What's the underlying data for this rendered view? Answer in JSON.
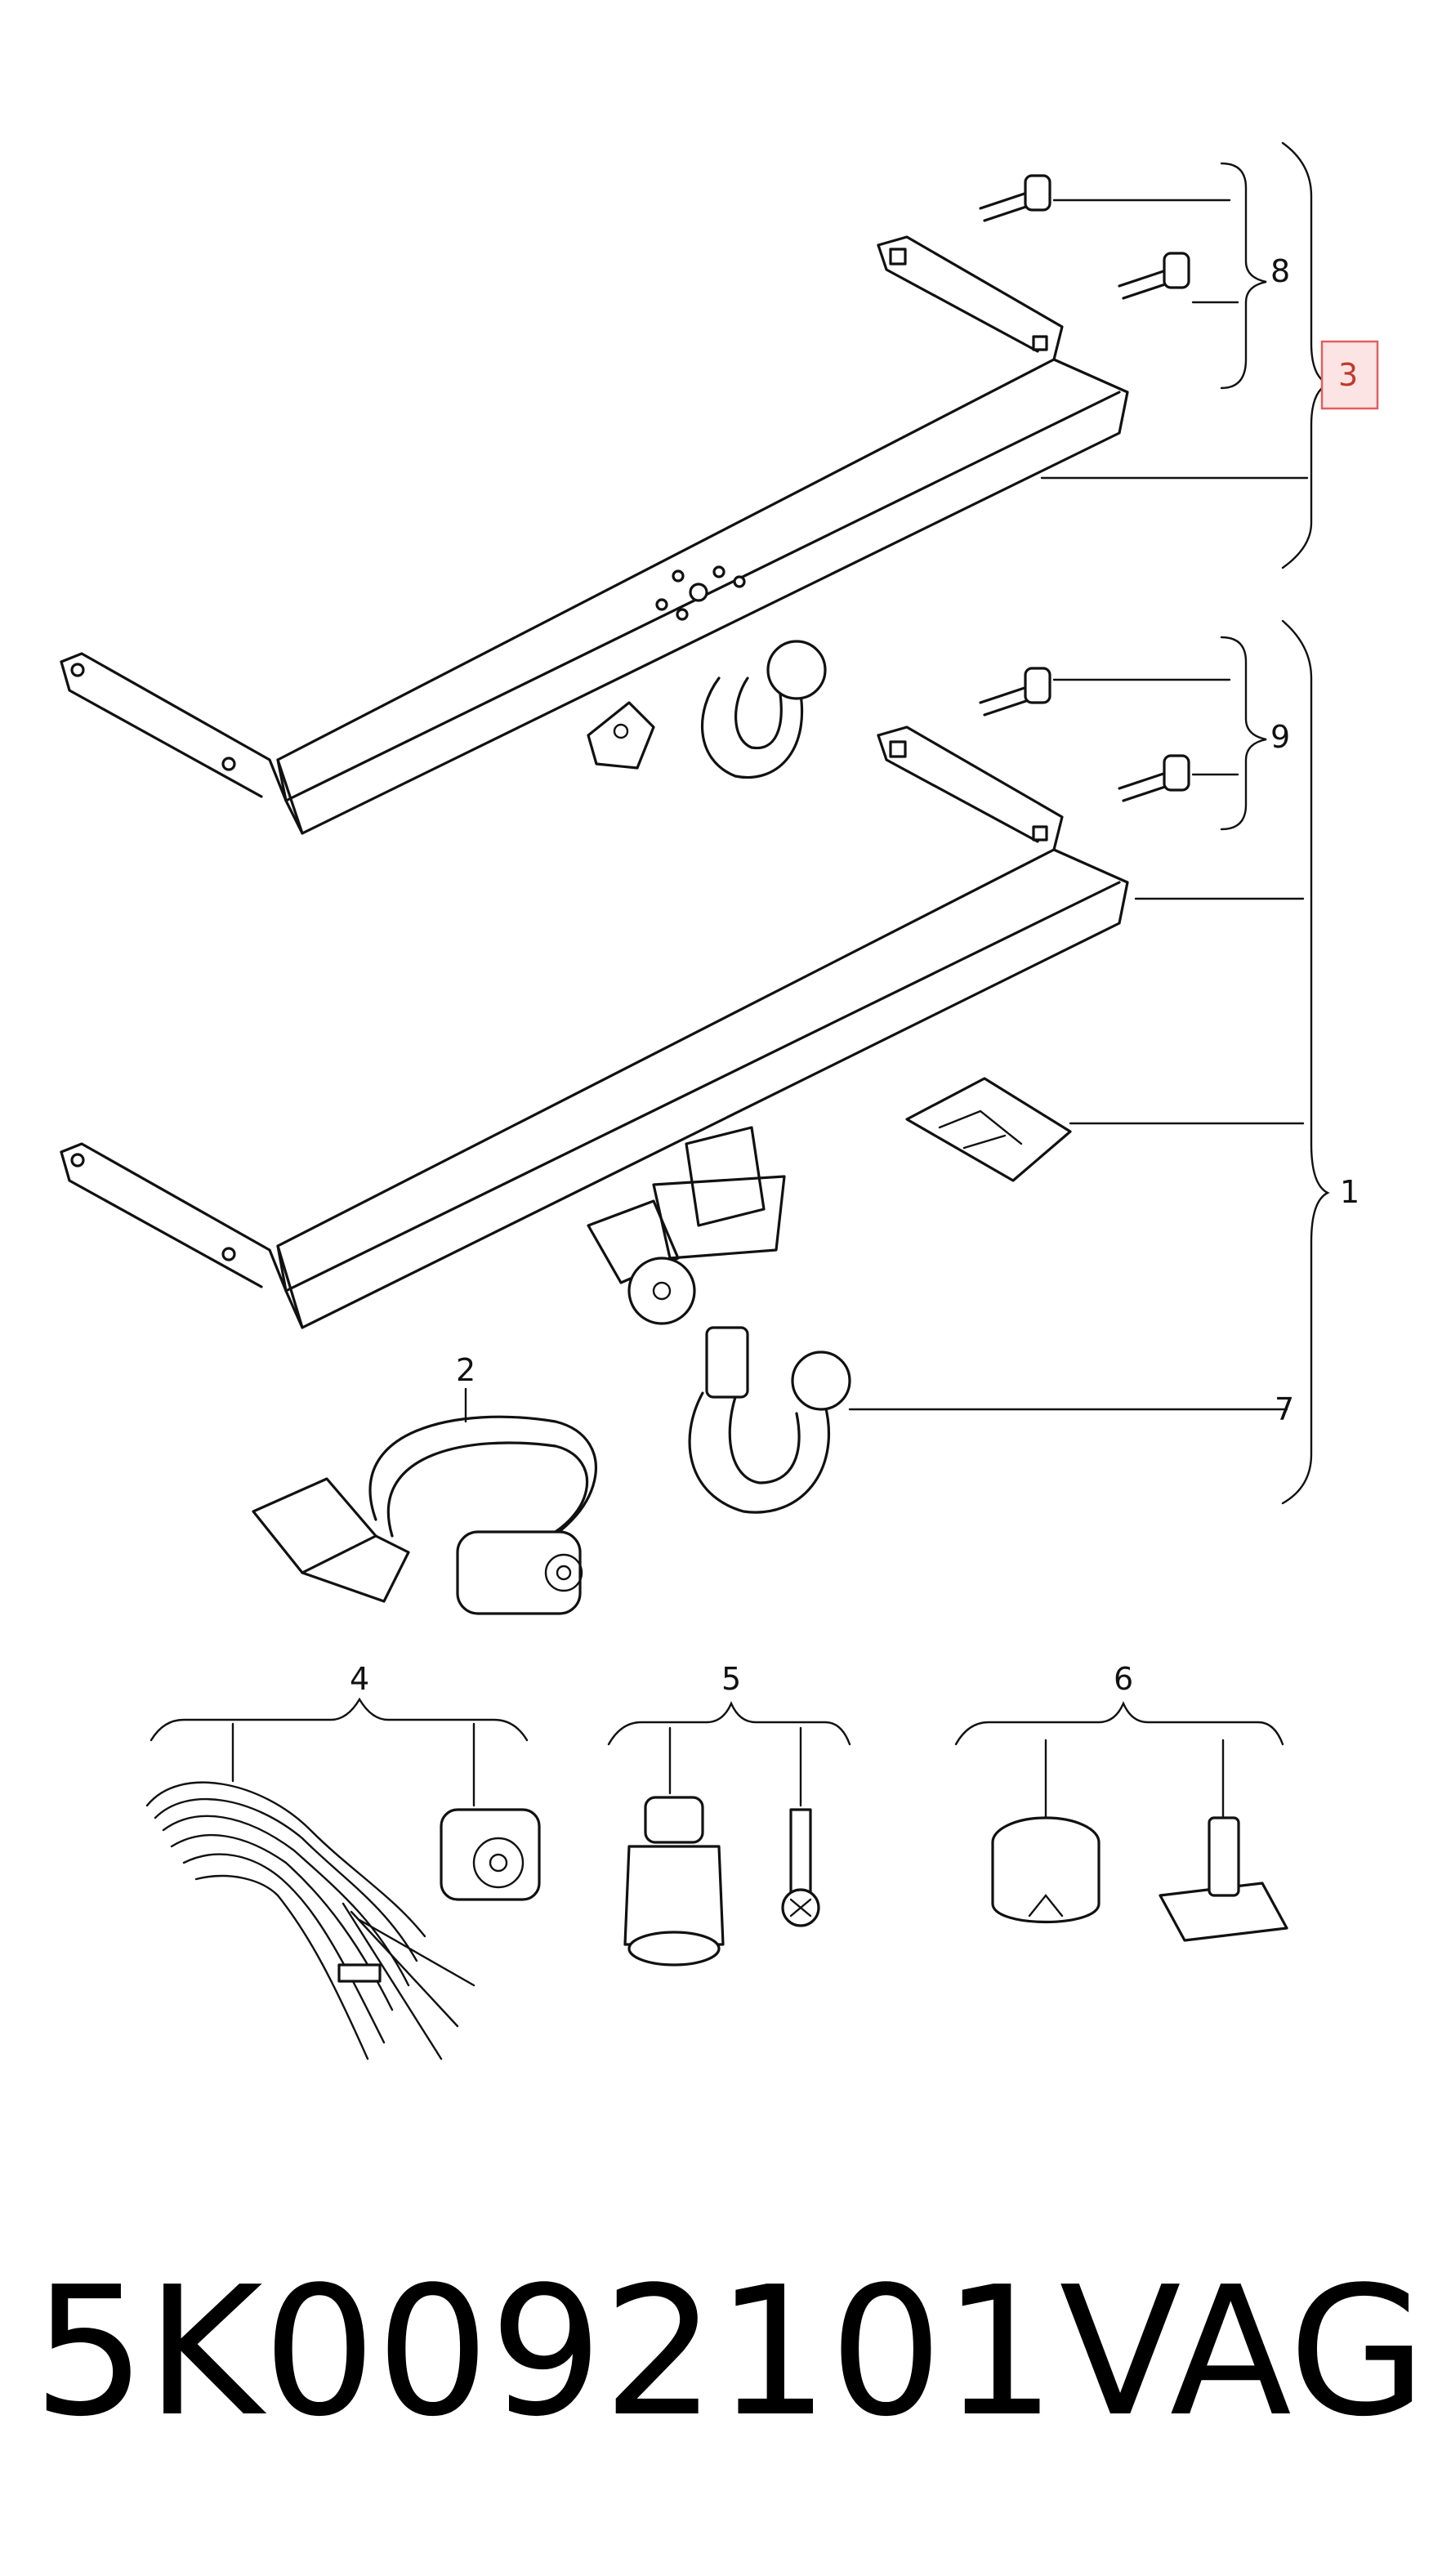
{
  "callouts": {
    "c1": "1",
    "c2": "2",
    "c3": "3",
    "c4": "4",
    "c5": "5",
    "c6": "6",
    "c7": "7",
    "c8": "8",
    "c9": "9"
  },
  "footer": {
    "part_number": "5K0092101",
    "brand": "VAG"
  },
  "colors": {
    "line": "#111111",
    "highlight_box_fill": "#fde4e4",
    "highlight_box_stroke": "#e06060"
  }
}
